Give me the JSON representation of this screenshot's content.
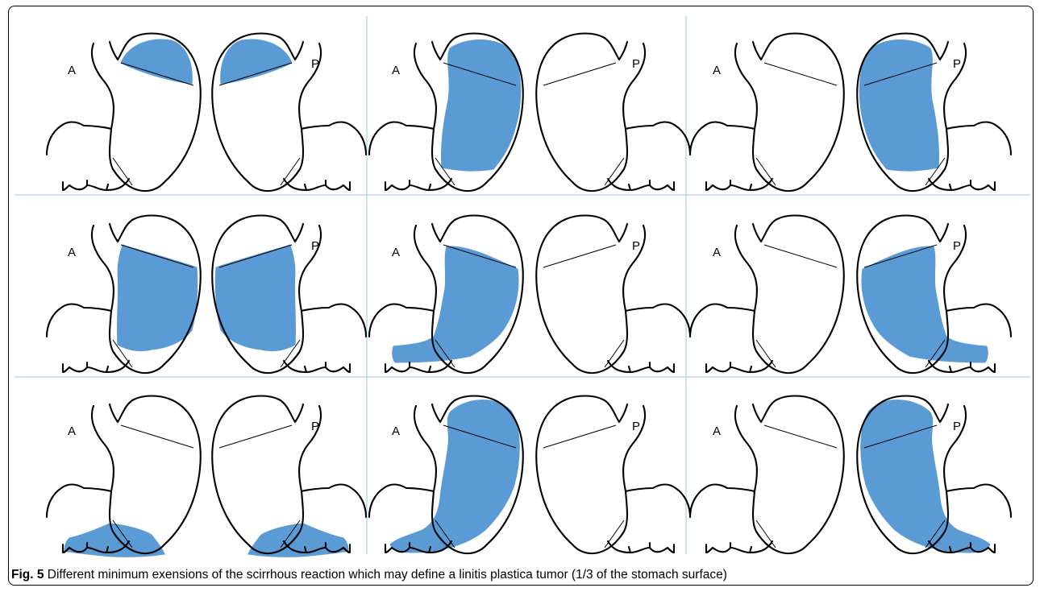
{
  "figure": {
    "label": "Fig. 5",
    "caption_text": " Different minimum exensions of the scirrhous reaction which may define a linitis plastica tumor (1/3 of the stomach surface)",
    "view_labels": {
      "anterior": "A",
      "posterior": "P"
    },
    "tumor_color": "#5b9bd5",
    "grid_line_color": "#9ec6e8",
    "panels": [
      {
        "anterior_extent": "upper",
        "posterior_extent": "upper"
      },
      {
        "anterior_extent": "upper-middle",
        "posterior_extent": "none"
      },
      {
        "anterior_extent": "none",
        "posterior_extent": "upper-middle"
      },
      {
        "anterior_extent": "middle",
        "posterior_extent": "middle"
      },
      {
        "anterior_extent": "middle-lower",
        "posterior_extent": "none"
      },
      {
        "anterior_extent": "none",
        "posterior_extent": "middle-lower"
      },
      {
        "anterior_extent": "lower",
        "posterior_extent": "lower"
      },
      {
        "anterior_extent": "whole-length",
        "posterior_extent": "none"
      },
      {
        "anterior_extent": "none",
        "posterior_extent": "whole-length"
      }
    ]
  }
}
